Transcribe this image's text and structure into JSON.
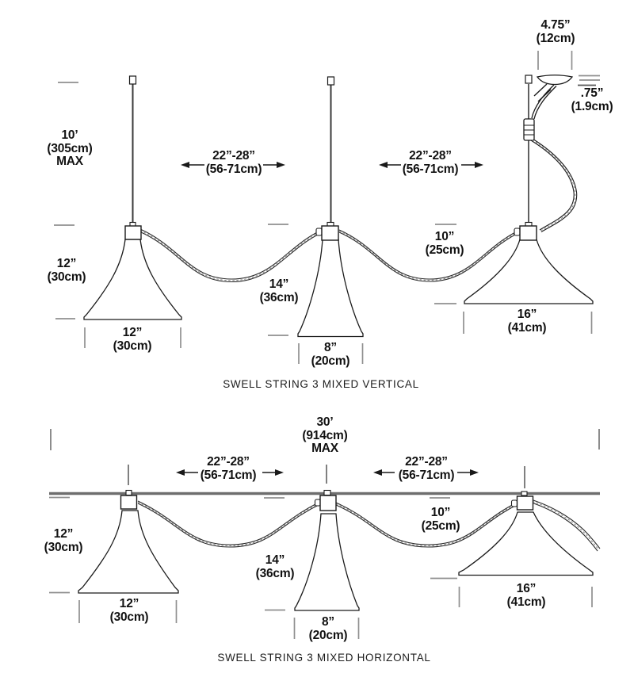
{
  "colors": {
    "line": "#1a1a1a",
    "cord": "#3a3a3a",
    "dim_mark": "#8f8f8f",
    "ceiling": "#6e6e6e",
    "text": "#111111",
    "background": "#ffffff"
  },
  "vertical": {
    "caption": "SWELL STRING 3 MIXED VERTICAL",
    "max_drop": [
      "10’",
      "(305cm)",
      "MAX"
    ],
    "spacing_left": [
      "22”-28”",
      "(56-71cm)"
    ],
    "spacing_right": [
      "22”-28”",
      "(56-71cm)"
    ],
    "canopy_width": [
      "4.75”",
      "(12cm)"
    ],
    "canopy_height": [
      ".75”",
      "(1.9cm)"
    ],
    "shade1_height": [
      "12”",
      "(30cm)"
    ],
    "shade1_width": [
      "12”",
      "(30cm)"
    ],
    "shade2_height": [
      "14”",
      "(36cm)"
    ],
    "shade2_width": [
      "8”",
      "(20cm)"
    ],
    "shade3_height": [
      "10”",
      "(25cm)"
    ],
    "shade3_width": [
      "16”",
      "(41cm)"
    ]
  },
  "horizontal": {
    "caption": "SWELL STRING 3 MIXED HORIZONTAL",
    "max_run": [
      "30’",
      "(914cm)",
      "MAX"
    ],
    "spacing_left": [
      "22”-28”",
      "(56-71cm)"
    ],
    "spacing_right": [
      "22”-28”",
      "(56-71cm)"
    ],
    "shade1_height": [
      "12”",
      "(30cm)"
    ],
    "shade1_width": [
      "12”",
      "(30cm)"
    ],
    "shade2_height": [
      "14”",
      "(36cm)"
    ],
    "shade2_width": [
      "8”",
      "(20cm)"
    ],
    "shade3_height": [
      "10”",
      "(25cm)"
    ],
    "shade3_width": [
      "16”",
      "(41cm)"
    ]
  }
}
